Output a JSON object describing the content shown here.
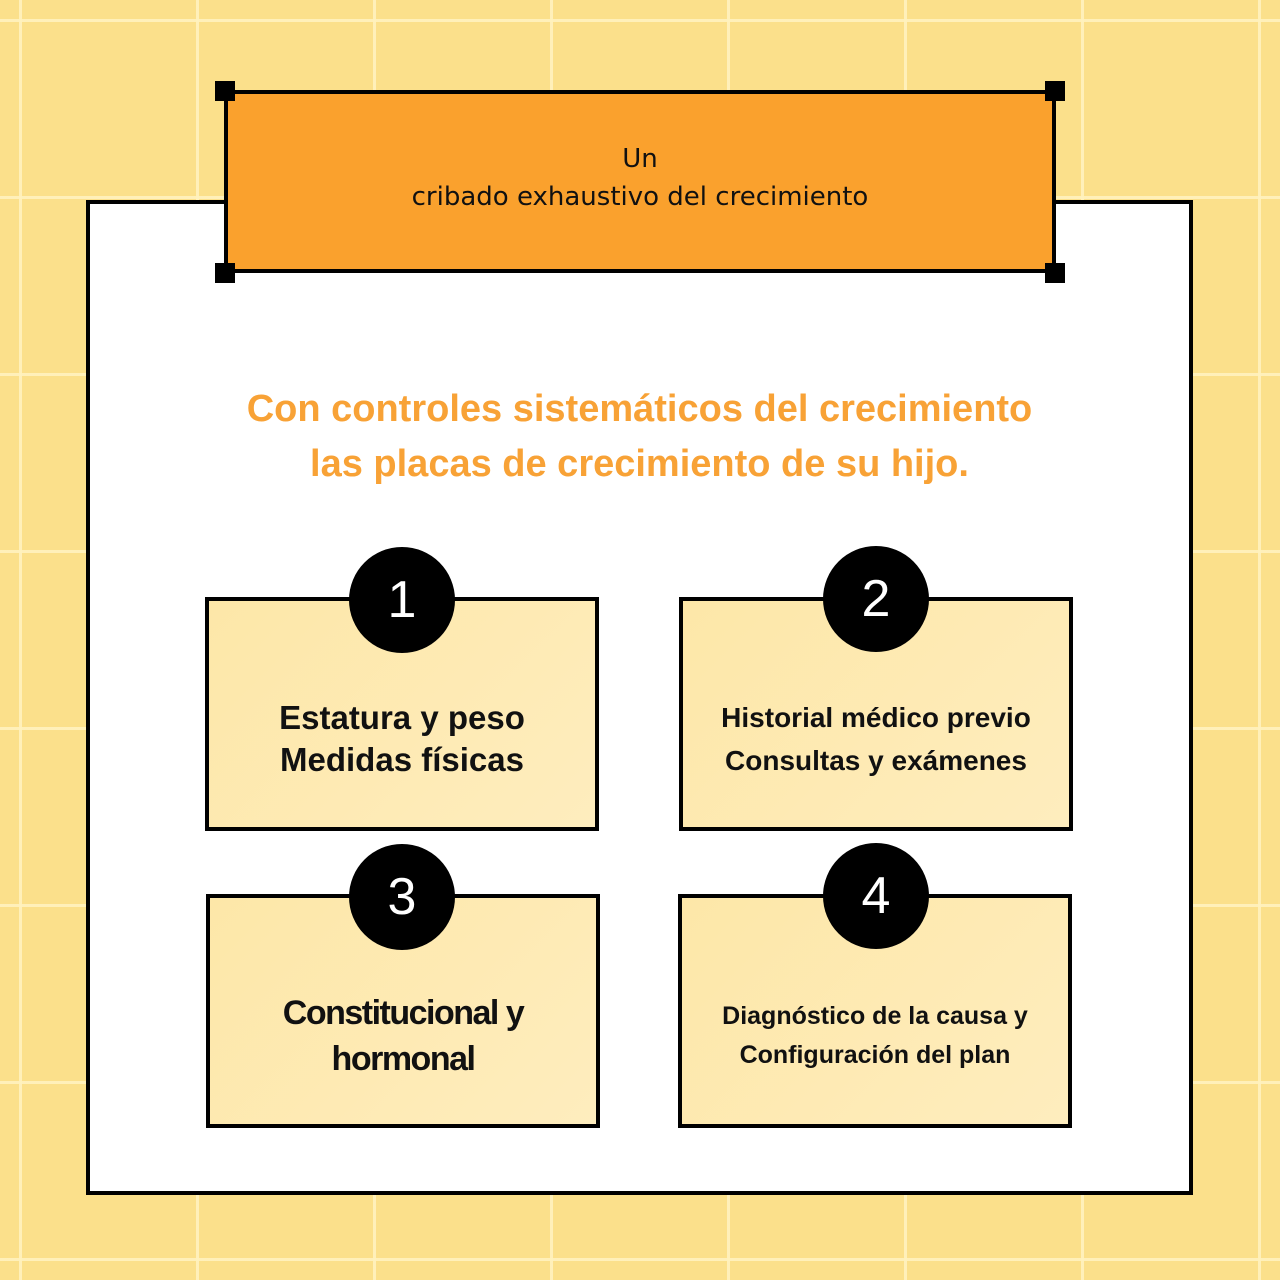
{
  "banner": {
    "line1": "Un",
    "line2": "cribado exhaustivo del crecimiento",
    "fill_color": "#FAA12D"
  },
  "headline": {
    "line1": "Con controles sistemáticos del crecimiento",
    "line2": "las placas de crecimiento de su hijo.",
    "color": "#F8A236"
  },
  "steps": [
    {
      "number": "1",
      "line1": "Estatura y peso",
      "line2": "Medidas físicas"
    },
    {
      "number": "2",
      "line1": "Historial médico previo",
      "line2": "Consultas y exámenes"
    },
    {
      "number": "3",
      "line1": "Constitucional y",
      "line2": "hormonal"
    },
    {
      "number": "4",
      "line1": "Diagnóstico de la causa y",
      "line2": "Configuración del plan"
    }
  ],
  "colors": {
    "background": "#FBE08B",
    "card": "#FFFFFF",
    "step_fill": "#FDE7A8",
    "badge": "#000000"
  }
}
